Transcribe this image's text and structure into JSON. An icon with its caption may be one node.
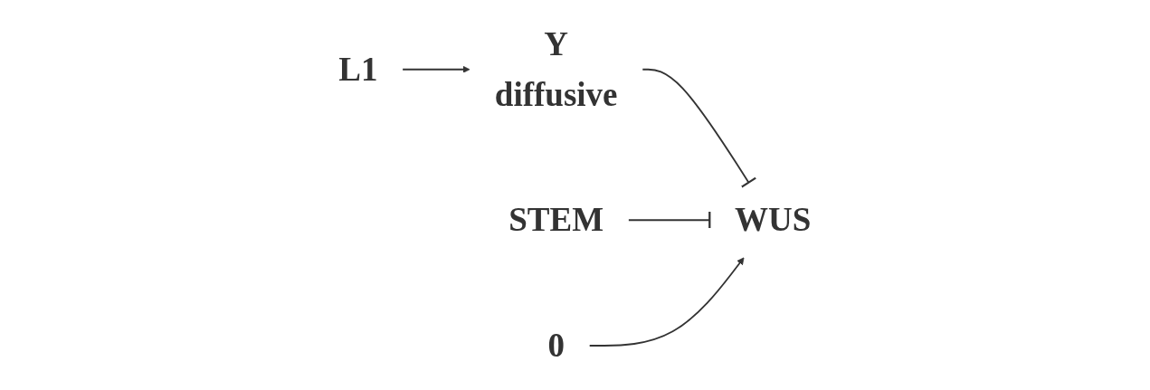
{
  "diagram": {
    "nodes": [
      {
        "text": [
          "0"
        ]
      },
      {
        "text": [
          "L1"
        ]
      },
      {
        "text": [
          "Y"
        ],
        "beside": [
          "diffusive"
        ]
      },
      {
        "text": [
          "WUS"
        ]
      },
      {
        "text": [
          "STEM"
        ]
      }
    ],
    "edges": [
      {
        "from": 1,
        "to": 2,
        "arrow": "to"
      },
      {
        "from": 2,
        "to": 3,
        "arrow": "other"
      },
      {
        "from": 4,
        "to": 3,
        "arrow": "other"
      },
      {
        "from": 0,
        "to": 3,
        "arrow": "to"
      }
    ]
  }
}
